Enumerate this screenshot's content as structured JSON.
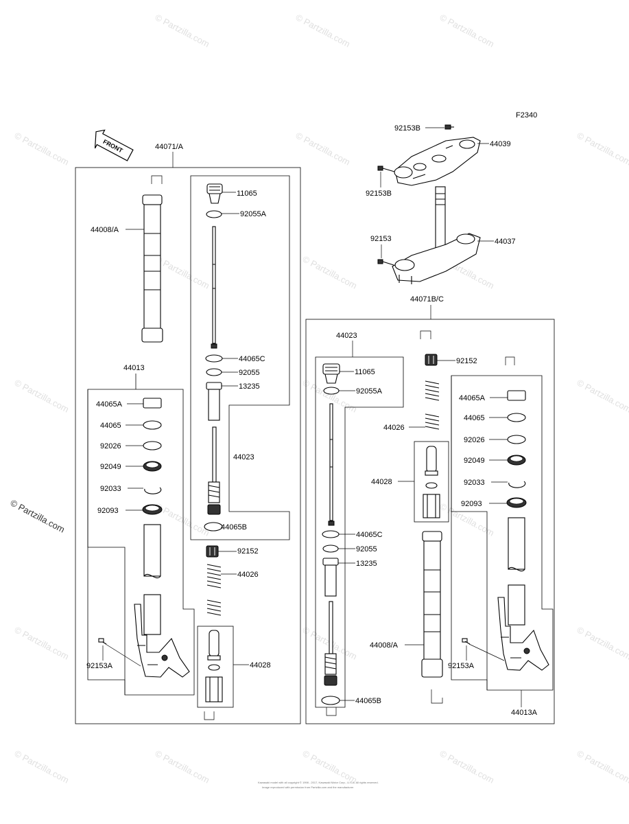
{
  "diagram": {
    "code": "F2340",
    "front_label": "FRONT",
    "side_watermark": "© Partzilla.com",
    "watermark_text": "© Partzilla.com",
    "copyright_line1": "Kawasaki model with all copyright © 1998 - 2017, Kawasaki Motor Corp., U.S.A. All rights reserved.",
    "copyright_line2": "Image reproduced with permission from Partzilla.com and the manufacturer",
    "labels": {
      "assy_left": "44071/A",
      "assy_right": "44071B/C",
      "l_44008": "44008/A",
      "l_44013": "44013",
      "l_44065A": "44065A",
      "l_44065": "44065",
      "l_92026": "92026",
      "l_92049": "92049",
      "l_92033": "92033",
      "l_92093": "92093",
      "l_92153A": "92153A",
      "l_11065": "11065",
      "l_92055A": "92055A",
      "l_44065C": "44065C",
      "l_92055": "92055",
      "l_13235": "13235",
      "l_44023": "44023",
      "l_44065B": "44065B",
      "l_92152": "92152",
      "l_44026": "44026",
      "l_44028": "44028",
      "r_92153B_top": "92153B",
      "r_44039": "44039",
      "r_92153B": "92153B",
      "r_92153": "92153",
      "r_44037": "44037",
      "r_44023": "44023",
      "r_11065": "11065",
      "r_92055A": "92055A",
      "r_44065C": "44065C",
      "r_92055": "92055",
      "r_13235": "13235",
      "r_44065B": "44065B",
      "r_92152": "92152",
      "r_44026": "44026",
      "r_44028": "44028",
      "r_44008": "44008/A",
      "r_44065A": "44065A",
      "r_44065": "44065",
      "r_92026": "92026",
      "r_92049": "92049",
      "r_92033": "92033",
      "r_92093": "92093",
      "r_92153A": "92153A",
      "r_44013A": "44013A"
    }
  }
}
